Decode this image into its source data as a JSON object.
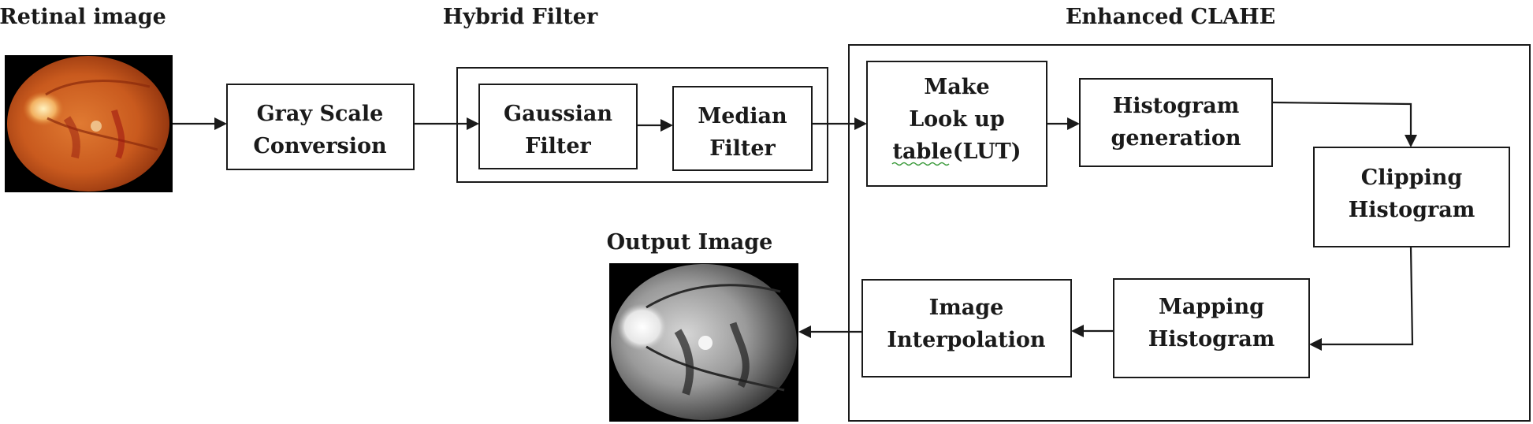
{
  "titles": {
    "retinal": "Retinal image",
    "hybrid": "Hybrid Filter",
    "clahe": "Enhanced CLAHE",
    "output": "Output Image"
  },
  "boxes": {
    "gray": [
      "Gray Scale",
      "Conversion"
    ],
    "gaussian": [
      "Gaussian",
      "Filter"
    ],
    "median": [
      "Median",
      "Filter"
    ],
    "lut": [
      "Make",
      "Look up",
      "table(LUT)"
    ],
    "histgen": [
      "Histogram",
      "generation"
    ],
    "clip": [
      "Clipping",
      "Histogram"
    ],
    "map": [
      "Mapping",
      "Histogram"
    ],
    "interp": [
      "Image",
      "Interpolation"
    ]
  },
  "colors": {
    "stroke": "#1a1a1a",
    "retina_bg": "#c4541c",
    "spellcheck": "#3a9a3a"
  }
}
